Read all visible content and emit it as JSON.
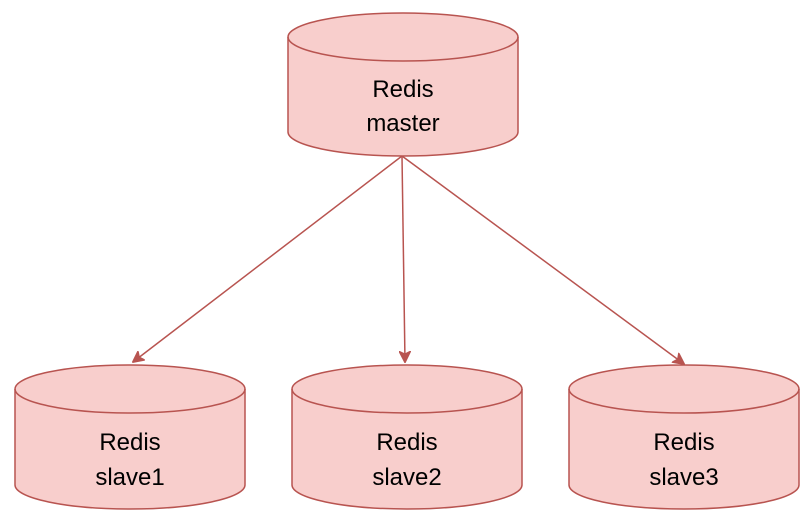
{
  "colors": {
    "node_fill": "#f8cecc",
    "node_stroke": "#b85450",
    "edge_stroke": "#b85450",
    "label_text": "#000000"
  },
  "nodes": {
    "master": {
      "line1": "Redis",
      "line2": "master",
      "shape": "database-cylinder"
    },
    "slave1": {
      "line1": "Redis",
      "line2": "slave1",
      "shape": "database-cylinder"
    },
    "slave2": {
      "line1": "Redis",
      "line2": "slave2",
      "shape": "database-cylinder"
    },
    "slave3": {
      "line1": "Redis",
      "line2": "slave3",
      "shape": "database-cylinder"
    }
  },
  "edges": [
    {
      "from": "master",
      "to": "slave1"
    },
    {
      "from": "master",
      "to": "slave2"
    },
    {
      "from": "master",
      "to": "slave3"
    }
  ]
}
